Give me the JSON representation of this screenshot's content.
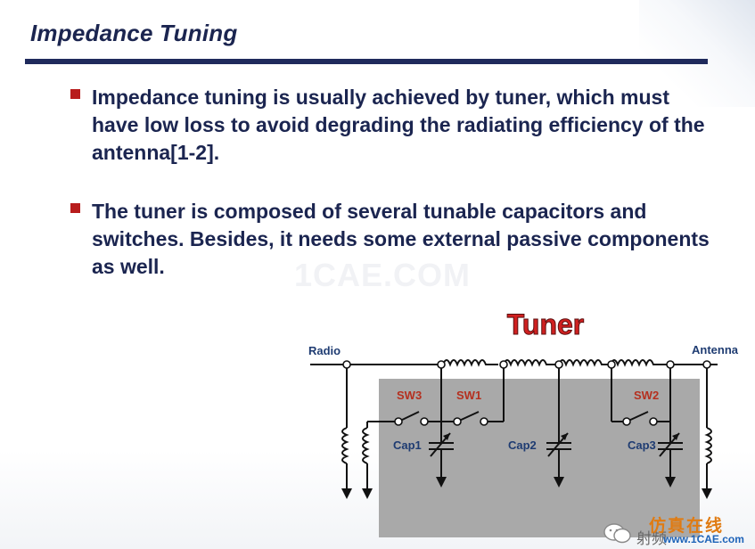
{
  "slide": {
    "title": "Impedance Tuning",
    "bullets": [
      {
        "text": "Impedance tuning is usually achieved by tuner, which must have low loss to avoid degrading the radiating efficiency of the antenna[1-2]."
      },
      {
        "text": "The tuner is composed of several tunable capacitors and switches. Besides, it needs some external passive components as well."
      }
    ],
    "watermark": "1CAE.COM"
  },
  "diagram": {
    "title": "Tuner",
    "radio_label": "Radio",
    "antenna_label": "Antenna",
    "switches": [
      "SW3",
      "SW1",
      "SW2"
    ],
    "capacitors": [
      "Cap1",
      "Cap2",
      "Cap3"
    ],
    "colors": {
      "switch": "#b5301f",
      "capacitor": "#1f3c72",
      "box": "#a9a9a9",
      "title": "#d02020"
    }
  },
  "footer": {
    "brand_cn": "仿真在线",
    "brand_url": "www.1CAE.com",
    "left_text": "射频",
    "icon": "wechat-icon"
  }
}
